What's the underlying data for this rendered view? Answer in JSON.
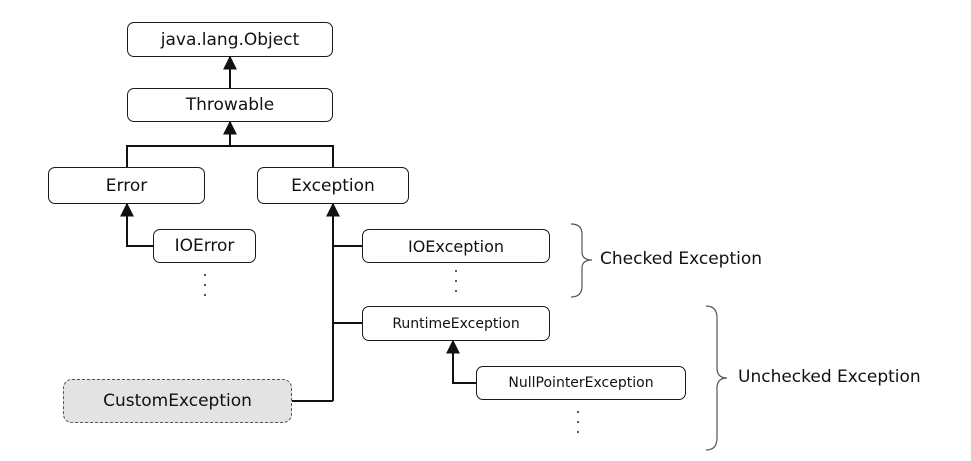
{
  "nodes": {
    "object": "java.lang.Object",
    "throwable": "Throwable",
    "error": "Error",
    "exception": "Exception",
    "ioerror": "IOError",
    "ioexception": "IOException",
    "runtime": "RuntimeException",
    "nullpointer": "NullPointerException",
    "custom": "CustomException"
  },
  "groups": {
    "checked": "Checked Exception",
    "unchecked": "Unchecked Exception"
  }
}
